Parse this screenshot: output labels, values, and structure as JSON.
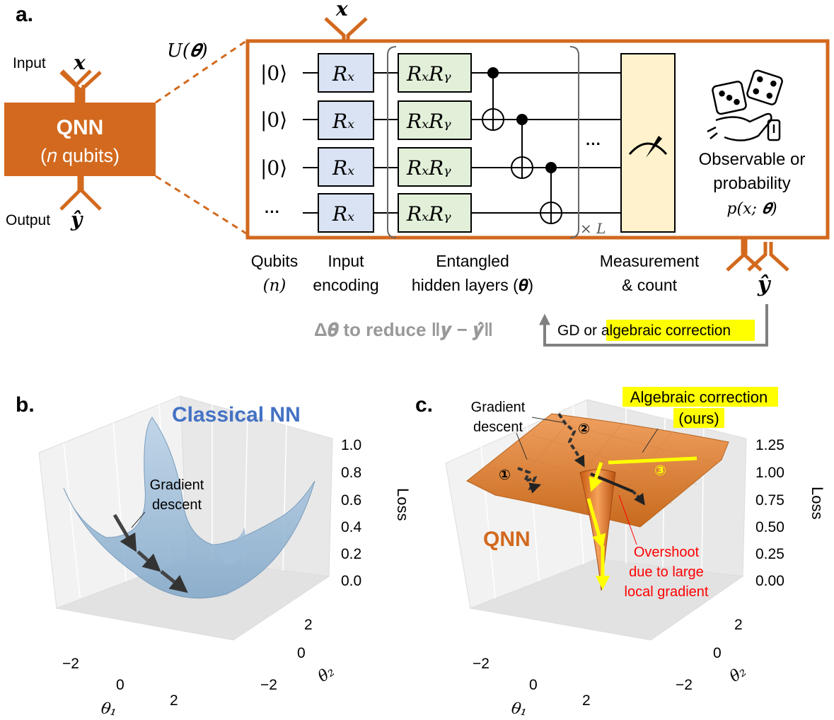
{
  "panel_a": {
    "panel_label": "a.",
    "input_label": "Input",
    "input_var": "𝒙",
    "qnn_title": "QNN",
    "qnn_subtitle": "(𝑛 qubits)",
    "output_label": "Output",
    "output_var": "𝒚̂",
    "unitary": "U(𝜽)",
    "top_input_var": "𝒙",
    "kets": [
      "|0⟩",
      "|0⟩",
      "|0⟩",
      "···"
    ],
    "rx_gate": "Rₓ",
    "rxry_gate_a": "Rₓ",
    "rxry_gate_b": "Rᵧ",
    "repeat_dots": "···",
    "times_L": "× L",
    "observable_line1": "Observable or",
    "observable_line2": "probability",
    "prob_expr": "p(x; 𝜽)",
    "bottom_output_var": "𝒚̂",
    "captions": {
      "qubits": "Qubits",
      "qubits_n": "(n)",
      "input": "Input",
      "encoding": "encoding",
      "entangled": "Entangled",
      "hidden": "hidden layers (𝜽)",
      "measurement": "Measurement",
      "count": "& count"
    },
    "delta_text": "Δ𝜽 to reduce ‖𝒚 − 𝒚̂‖",
    "gd_text": "GD or ",
    "algebraic_text": "algebraic correction"
  },
  "panel_b": {
    "panel_label": "b.",
    "title": "Classical NN",
    "annotation_line1": "Gradient",
    "annotation_line2": "descent",
    "z_label": "Loss",
    "z_ticks": [
      "1.0",
      "0.8",
      "0.6",
      "0.4",
      "0.2",
      "0.0"
    ],
    "x_ticks": [
      "−2",
      "0",
      "2"
    ],
    "y_ticks": [
      "2",
      "0",
      "−2"
    ],
    "x_label": "θ₁",
    "y_label": "θ₂"
  },
  "panel_c": {
    "panel_label": "c.",
    "title": "QNN",
    "gd_line1": "Gradient",
    "gd_line2": "descent",
    "alg_line1": "Algebraic correction",
    "alg_line2": "(ours)",
    "marker1": "①",
    "marker2": "②",
    "marker3": "③",
    "overshoot_line1": "Overshoot",
    "overshoot_line2": "due to large",
    "overshoot_line3": "local gradient",
    "z_label": "Loss",
    "z_ticks": [
      "1.25",
      "1.00",
      "0.75",
      "0.50",
      "0.25",
      "0.00"
    ],
    "x_ticks": [
      "−2",
      "0",
      "2"
    ],
    "y_ticks": [
      "2",
      "0",
      "−2"
    ],
    "x_label": "θ₁",
    "y_label": "θ₂"
  },
  "colors": {
    "orange": "#d2691e",
    "blue_surface": "#a8c4de",
    "blue_title": "#4472c4",
    "rx_fill": "#dae3f3",
    "rxry_fill": "#e2f0d9",
    "meas_fill": "#fff2cc",
    "highlight": "#ffff00",
    "red_text": "#ff0000",
    "gray_arrow": "#808080"
  }
}
